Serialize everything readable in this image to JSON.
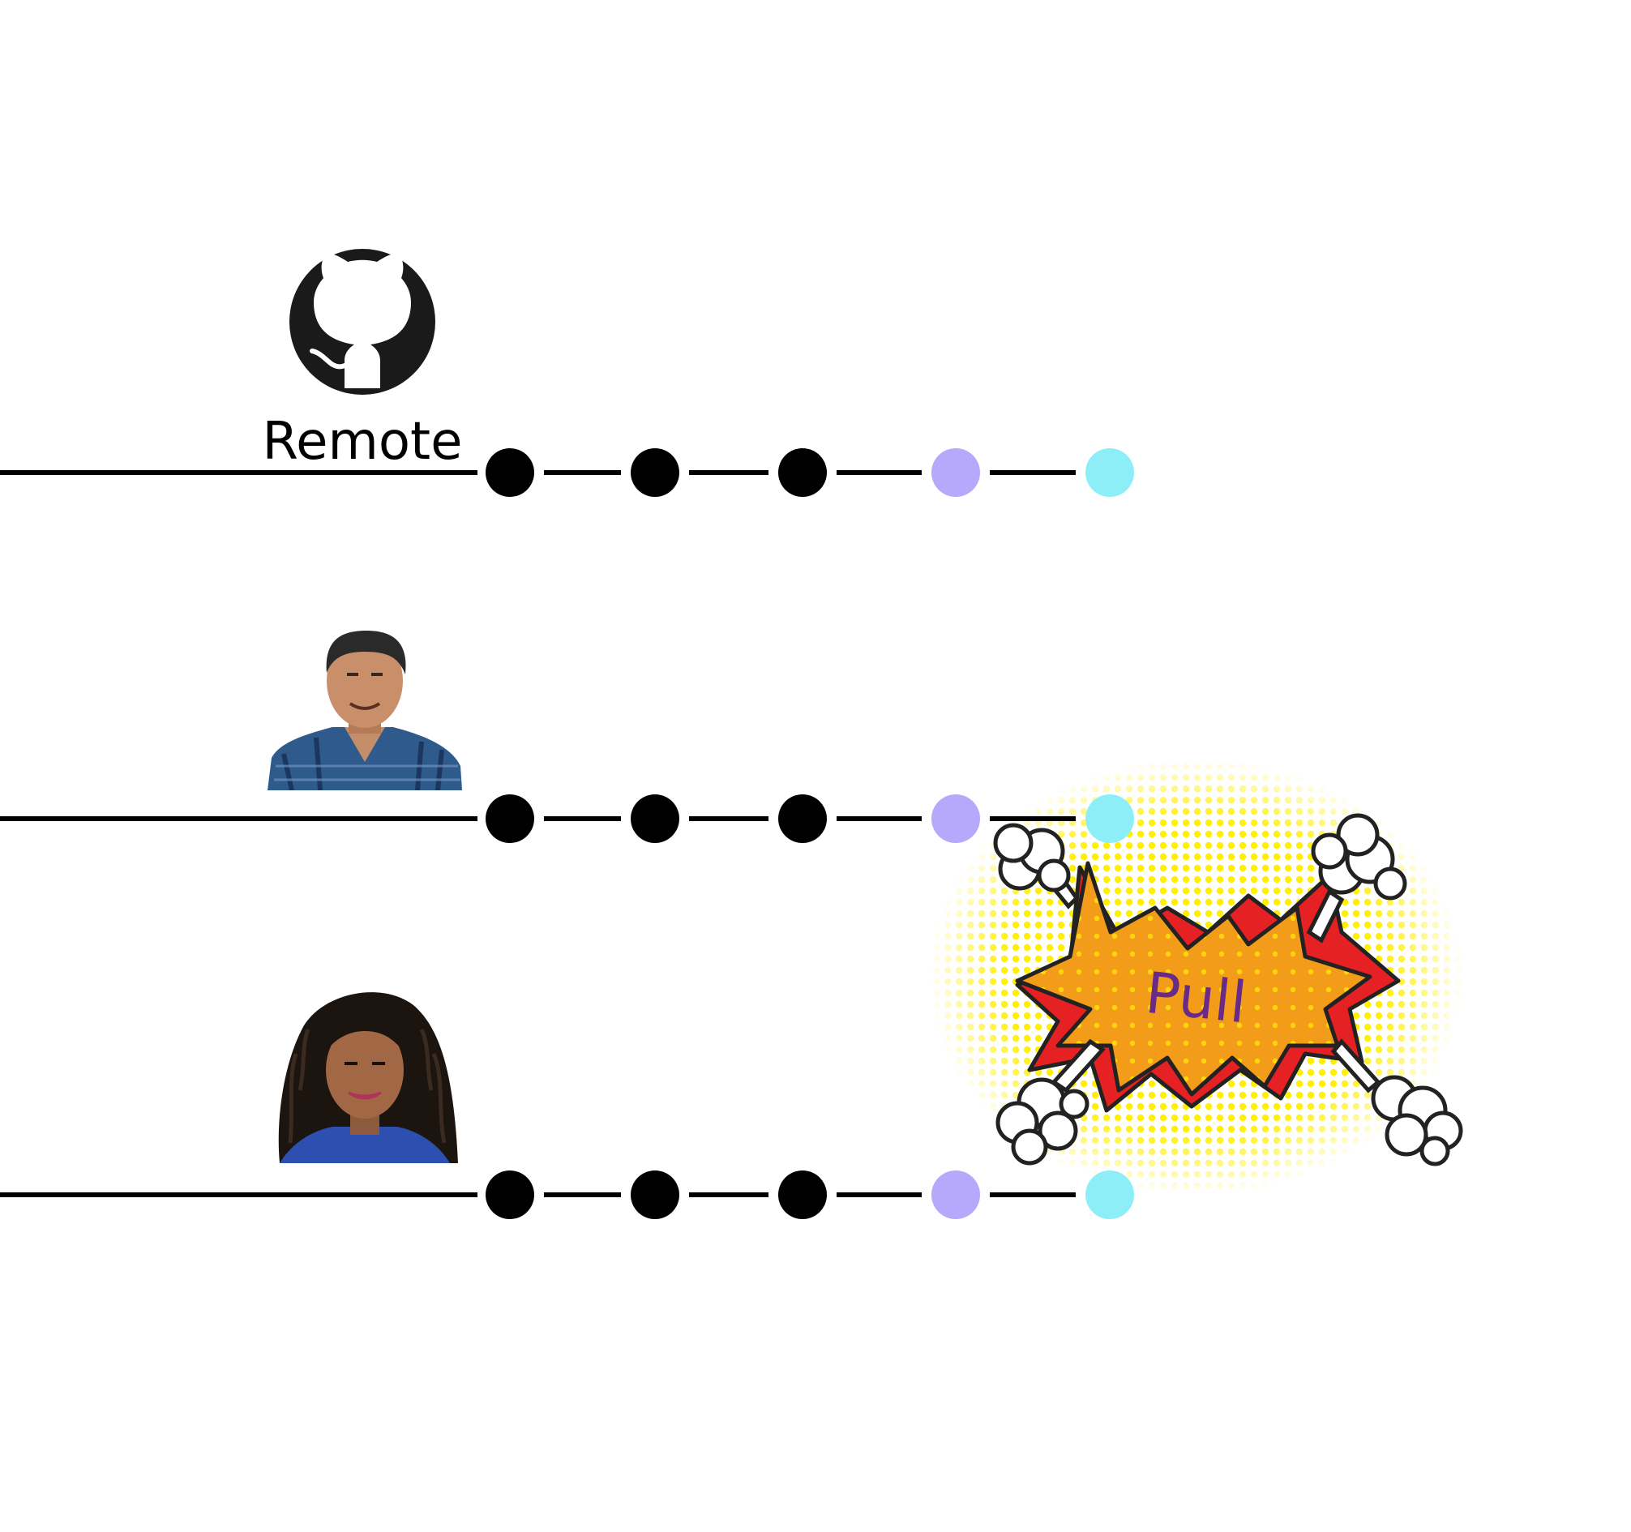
{
  "remote": {
    "label": "Remote",
    "icon": "github-octocat-icon"
  },
  "people": [
    {
      "name": "",
      "avatar": "man-photo-avatar"
    },
    {
      "name": "",
      "avatar": "woman-photo-avatar"
    }
  ],
  "timelines": [
    {
      "owner": "remote",
      "commits": [
        "black",
        "black",
        "black",
        "purple",
        "cyan"
      ]
    },
    {
      "owner": "person-1",
      "commits": [
        "black",
        "black",
        "black",
        "purple",
        "cyan"
      ]
    },
    {
      "owner": "person-2",
      "commits": [
        "black",
        "black",
        "black",
        "purple",
        "cyan"
      ]
    }
  ],
  "colors": {
    "black": "#000000",
    "purple": "#b6a8fb",
    "cyan": "#8eeef8",
    "burst_orange": "#f39c1a",
    "burst_red": "#e62124",
    "halftone_yellow": "#ffef00",
    "label_purple": "#6a2a88"
  },
  "burst": {
    "label": "Pull"
  }
}
